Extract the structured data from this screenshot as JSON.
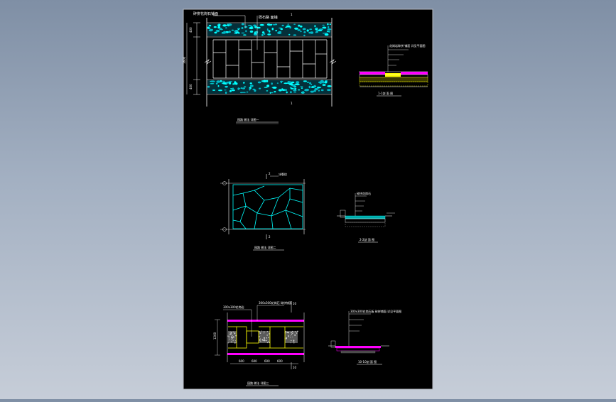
{
  "sheet": {
    "background": "#000000",
    "frame_color": "#b8bcc4"
  },
  "colors": {
    "white": "#ffffff",
    "cyan": "#00ffff",
    "yellow": "#ffff00",
    "magenta": "#ff00ff",
    "green": "#00ff00",
    "red": "#ff0000",
    "gray": "#8a8a8a"
  },
  "plan1": {
    "label_left": "碎拼花岗石铺面",
    "label_right": "砾石路 面铺",
    "dim_total": "1600",
    "dim_top": "400",
    "dim_bottom": "400",
    "mark_top": "1",
    "mark_bottom": "1",
    "title": "园路 做法 详图一"
  },
  "section1": {
    "note": "花岗岩碎拼 铺面 详见平面图",
    "title": "1-1剖 面 图"
  },
  "plan2": {
    "mark": "2",
    "label": "冰裂纹",
    "title": "园路 做法 详图二"
  },
  "section2": {
    "note": "碎拼花岗石",
    "title": "2-2剖 面 图"
  },
  "plan3": {
    "label_left": "300x300花岗岩",
    "label_right": "300x300花岗石 碎拼铺面",
    "dim_total": "1200",
    "mark": "10",
    "dim_segments": [
      "600",
      "600",
      "600",
      "600"
    ],
    "title": "园路 做法 详图三"
  },
  "section3": {
    "note": "300x300花岗石板 碎拼铺面 详见平面图",
    "title": "10-10剖 面 图"
  }
}
